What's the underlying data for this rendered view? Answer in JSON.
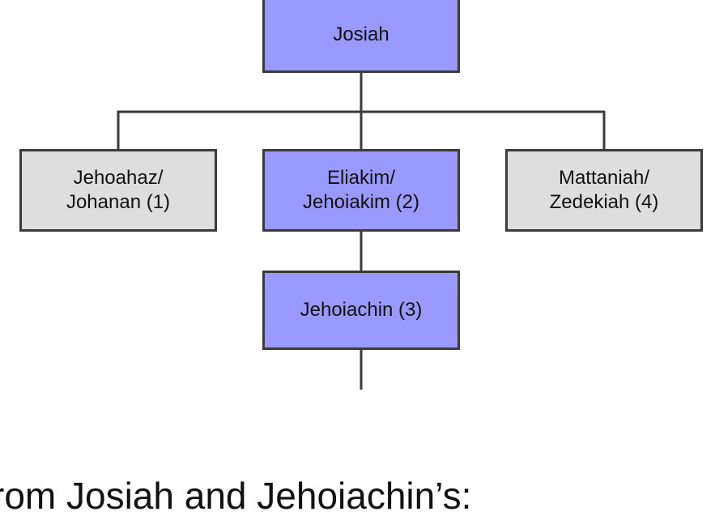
{
  "diagram": {
    "nodes": {
      "josiah": {
        "lines": [
          "Josiah"
        ]
      },
      "jehoahaz": {
        "lines": [
          "Jehoahaz/",
          "Johanan (1)"
        ]
      },
      "eliakim": {
        "lines": [
          "Eliakim/",
          "Jehoiakim (2)"
        ]
      },
      "mattaniah": {
        "lines": [
          "Mattaniah/",
          "Zedekiah (4)"
        ]
      },
      "jehoiachin": {
        "lines": [
          "Jehoiachin (3)"
        ]
      }
    },
    "colors": {
      "highlight": "#9999ff",
      "plain": "#dedede",
      "border": "#3b3b3b"
    }
  },
  "caption": "rom Josiah and Jehoiachin’s:"
}
